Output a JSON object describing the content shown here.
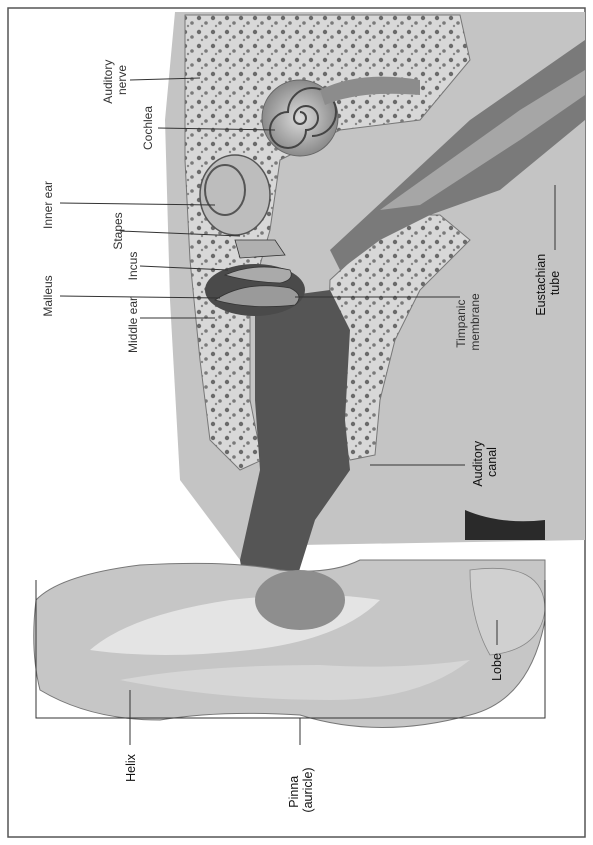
{
  "labels": {
    "auditory_nerve": [
      "Auditory",
      "nerve"
    ],
    "cochlea": "Cochlea",
    "inner_ear": "Inner ear",
    "stapes": "Stapes",
    "incus": "Incus",
    "malleus": "Malleus",
    "middle_ear": "Middle ear",
    "tympanic_membrane": [
      "Timpanic",
      "membrane"
    ],
    "eustachian_tube": [
      "Eustachian",
      "tube"
    ],
    "auditory_canal": [
      "Auditory",
      "canal"
    ],
    "lobe": "Lobe",
    "helix": "Helix",
    "pinna": [
      "Pinna",
      "(auricle)"
    ]
  },
  "colors": {
    "background": "#ffffff",
    "frame": "#555555",
    "soft_tissue": "#bdbdbd",
    "bone": "#d9d9d9",
    "canal": "#555555",
    "dark_tissue": "#444444"
  }
}
